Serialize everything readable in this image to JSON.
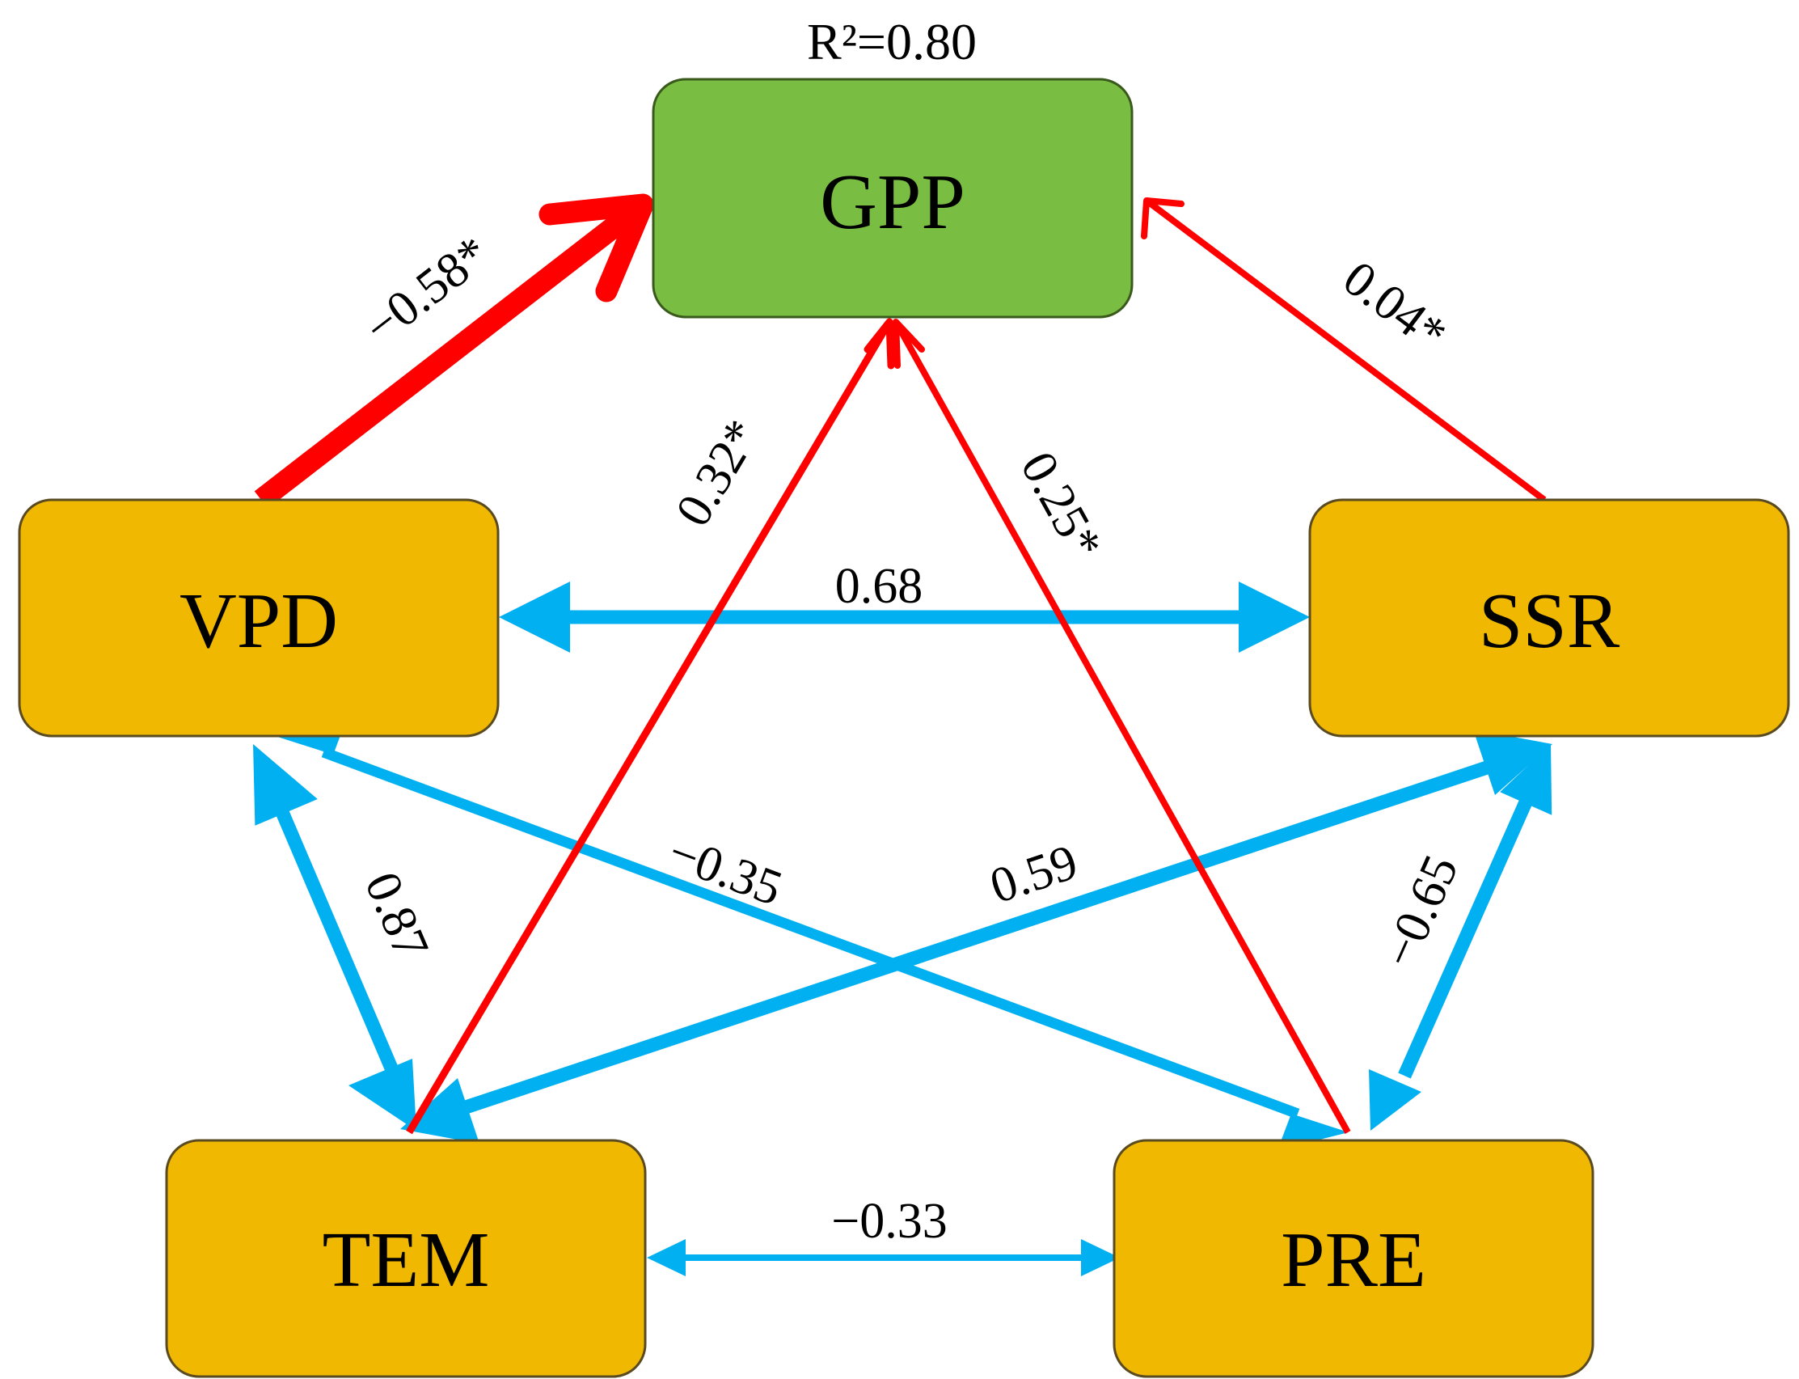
{
  "diagram": {
    "r_squared_label": "R²=0.80",
    "nodes": [
      {
        "id": "GPP",
        "label": "GPP",
        "fill": "#7ABD43"
      },
      {
        "id": "VPD",
        "label": "VPD",
        "fill": "#F0B800"
      },
      {
        "id": "SSR",
        "label": "SSR",
        "fill": "#F0B800"
      },
      {
        "id": "TEM",
        "label": "TEM",
        "fill": "#F0B800"
      },
      {
        "id": "PRE",
        "label": "PRE",
        "fill": "#F0B800"
      }
    ],
    "paths": [
      {
        "id": "vpd-gpp",
        "from": "VPD",
        "to": "GPP",
        "coefficient": "−0.58*",
        "color": "#FF0000",
        "direction": "single"
      },
      {
        "id": "ssr-gpp",
        "from": "SSR",
        "to": "GPP",
        "coefficient": "0.04*",
        "color": "#FF0000",
        "direction": "single"
      },
      {
        "id": "tem-gpp",
        "from": "TEM",
        "to": "GPP",
        "coefficient": "0.32*",
        "color": "#FF0000",
        "direction": "single"
      },
      {
        "id": "pre-gpp",
        "from": "PRE",
        "to": "GPP",
        "coefficient": "0.25*",
        "color": "#FF0000",
        "direction": "single"
      }
    ],
    "correlations": [
      {
        "id": "vpd-ssr",
        "from": "VPD",
        "to": "SSR",
        "coefficient": "0.68",
        "color": "#00B0F0",
        "direction": "double"
      },
      {
        "id": "vpd-tem",
        "from": "VPD",
        "to": "TEM",
        "coefficient": "0.87",
        "color": "#00B0F0",
        "direction": "double"
      },
      {
        "id": "vpd-pre",
        "from": "VPD",
        "to": "PRE",
        "coefficient": "−0.35",
        "color": "#00B0F0",
        "direction": "double"
      },
      {
        "id": "ssr-tem",
        "from": "SSR",
        "to": "TEM",
        "coefficient": "0.59",
        "color": "#00B0F0",
        "direction": "double"
      },
      {
        "id": "ssr-pre",
        "from": "SSR",
        "to": "PRE",
        "coefficient": "−0.65",
        "color": "#00B0F0",
        "direction": "double"
      },
      {
        "id": "tem-pre",
        "from": "TEM",
        "to": "PRE",
        "coefficient": "−0.33",
        "color": "#00B0F0",
        "direction": "double"
      }
    ]
  }
}
